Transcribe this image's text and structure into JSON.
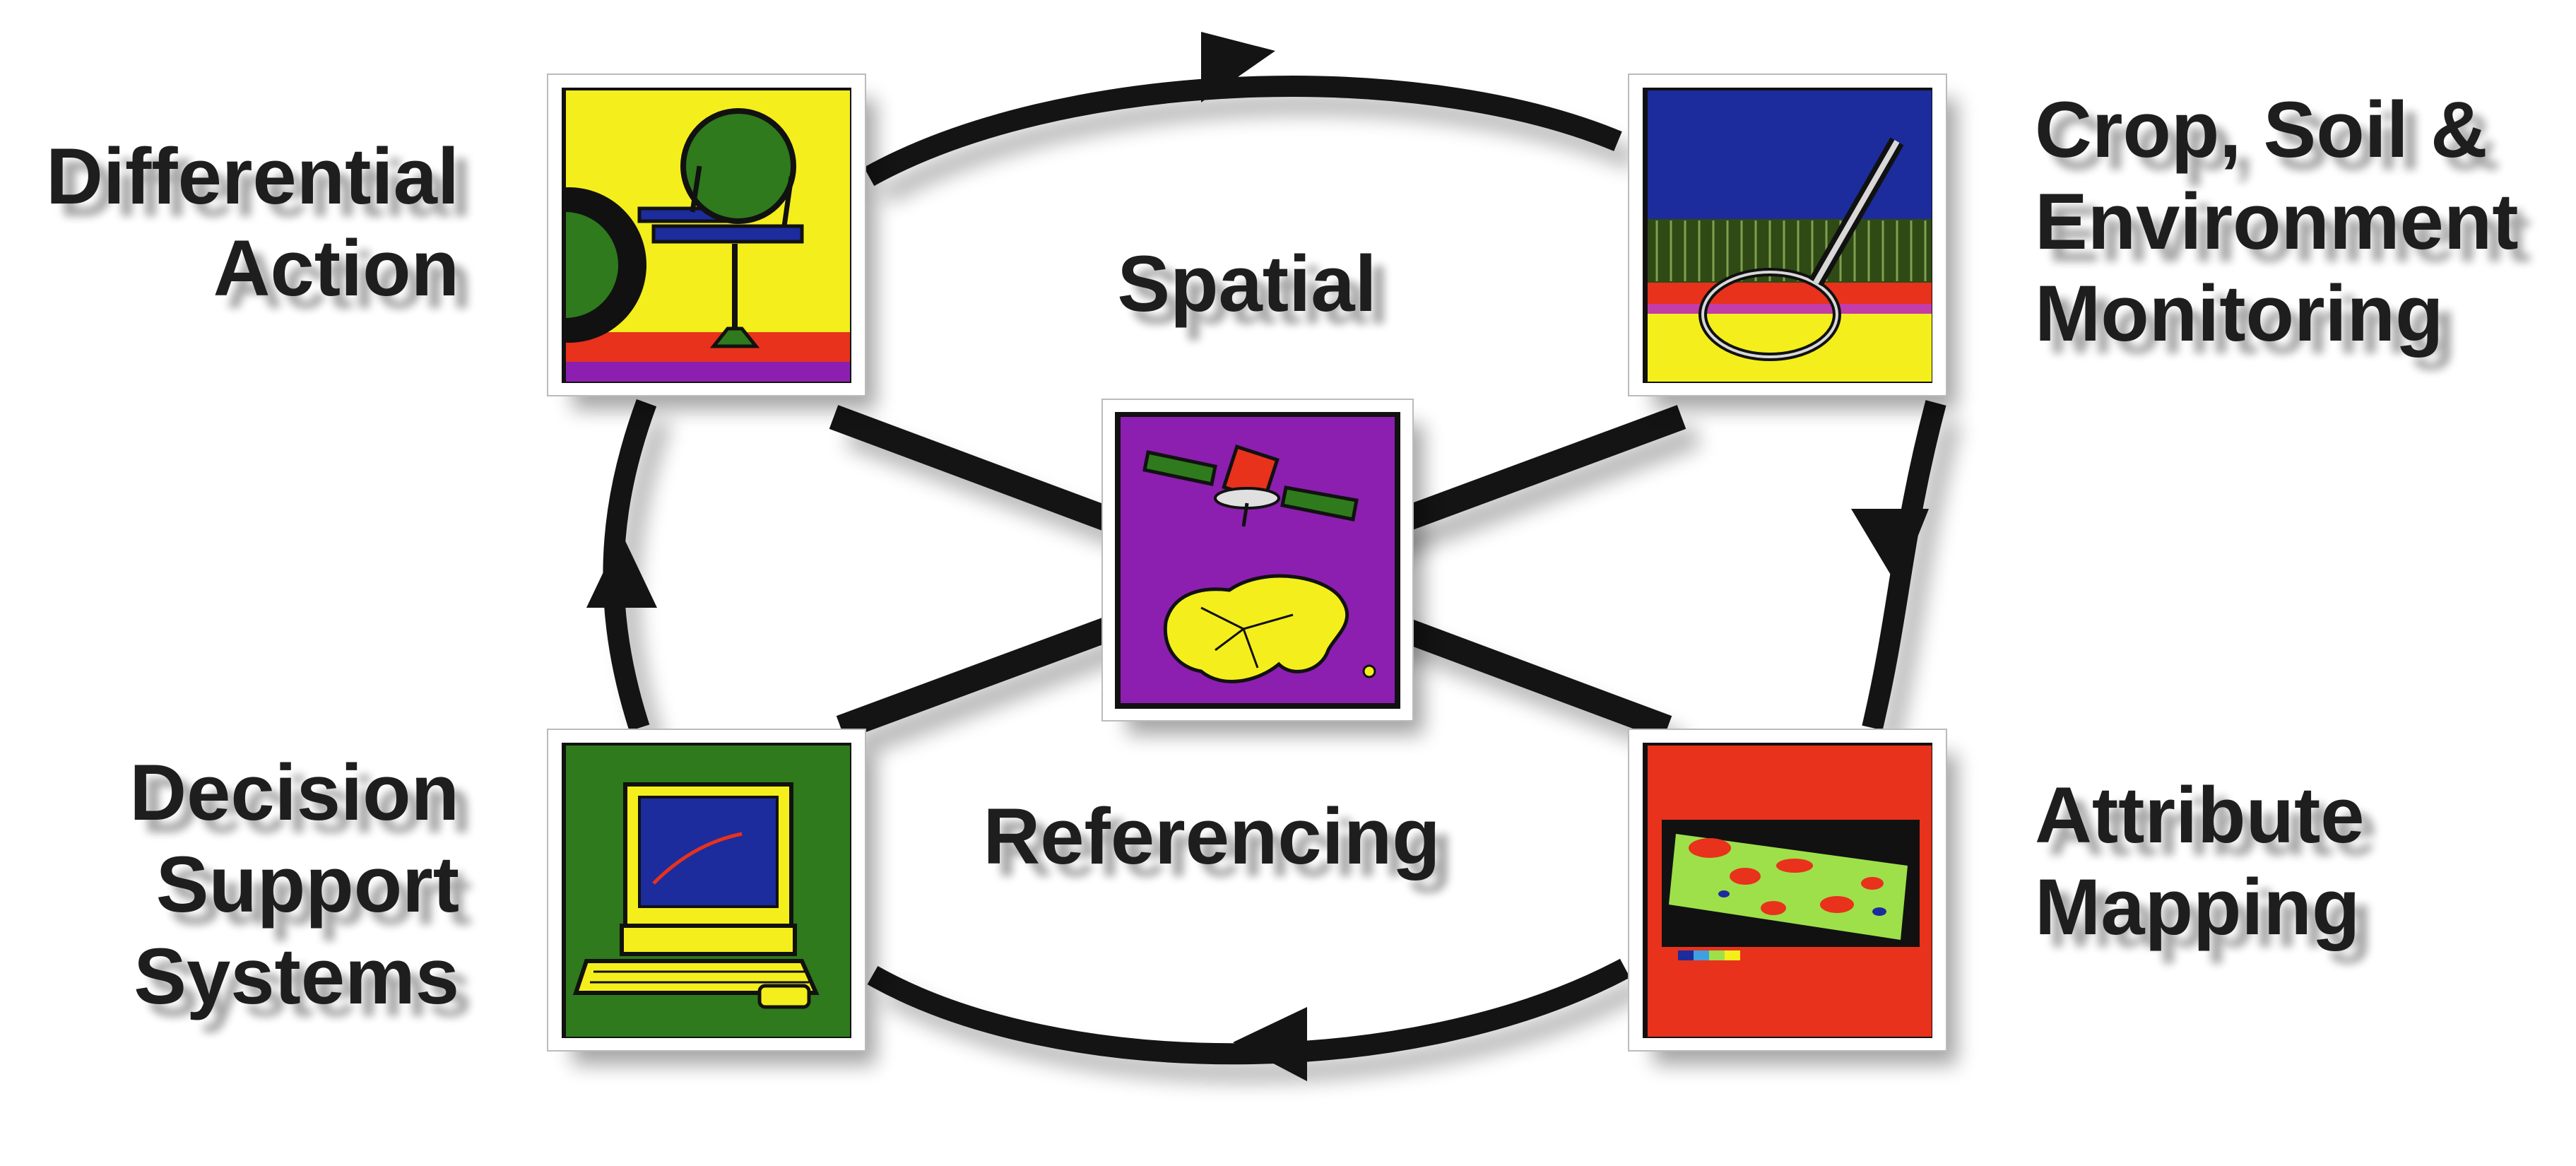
{
  "diagram": {
    "center_label_top": "Spatial",
    "center_label_bottom": "Referencing",
    "nodes": {
      "differential_action": {
        "line1": "Differential",
        "line2": "Action"
      },
      "monitoring": {
        "line1": "Crop, Soil &",
        "line2": "Environment",
        "line3": "Monitoring"
      },
      "decision_support": {
        "line1": "Decision",
        "line2": "Support",
        "line3": "Systems"
      },
      "attribute_mapping": {
        "line1": "Attribute",
        "line2": "Mapping"
      }
    },
    "colors": {
      "cycle_line": "#141414",
      "panel_yellow": "#f4ef1c",
      "panel_purple": "#8c1fb0",
      "panel_green": "#2f7a1c",
      "panel_red": "#e8321c",
      "panel_blue": "#1c2c9c"
    },
    "icons": [
      "tractor-sprayer-icon",
      "soil-probe-magnifier-icon",
      "satellite-map-icon",
      "computer-icon",
      "yield-map-icon"
    ]
  }
}
